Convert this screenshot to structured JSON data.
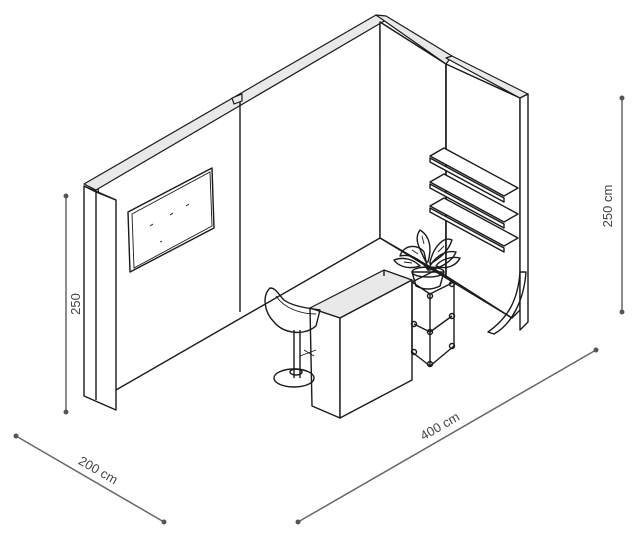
{
  "dimensions": {
    "height_left": "250",
    "height_right": "250 cm",
    "width": "400 cm",
    "depth": "200 cm"
  }
}
